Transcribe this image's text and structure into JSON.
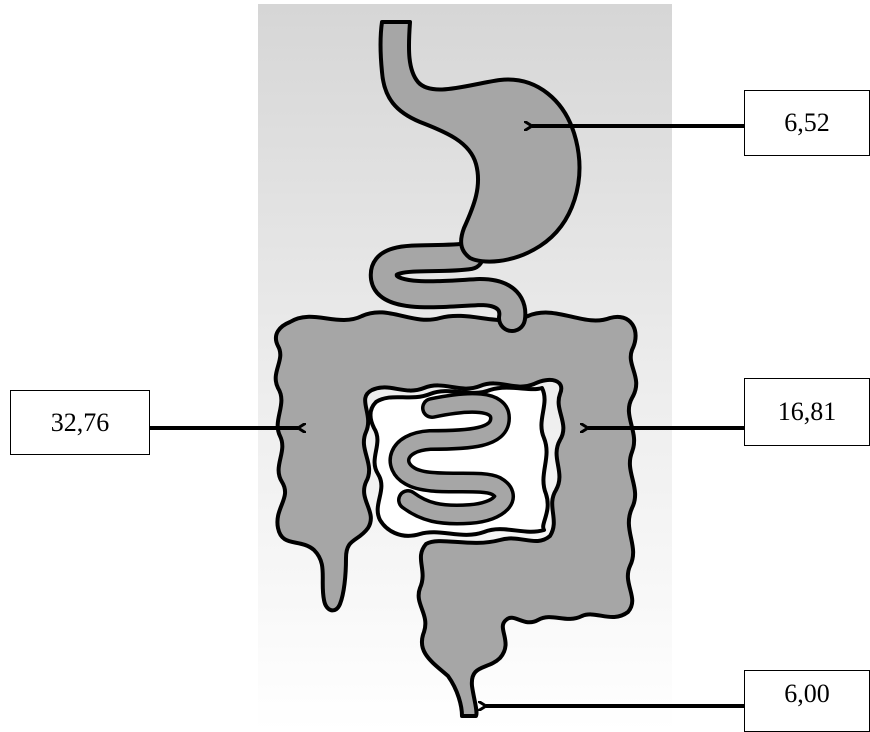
{
  "labels": {
    "stomach_value": "6,52",
    "left_value": "32,76",
    "right_value": "16,81",
    "bottom_value": "6,00"
  },
  "colors": {
    "organ_fill": "#a6a6a6",
    "organ_stroke": "#000000",
    "background_gradient_top": "#d9d9d9",
    "background_gradient_bottom": "#ffffff",
    "arrow": "#000000"
  }
}
